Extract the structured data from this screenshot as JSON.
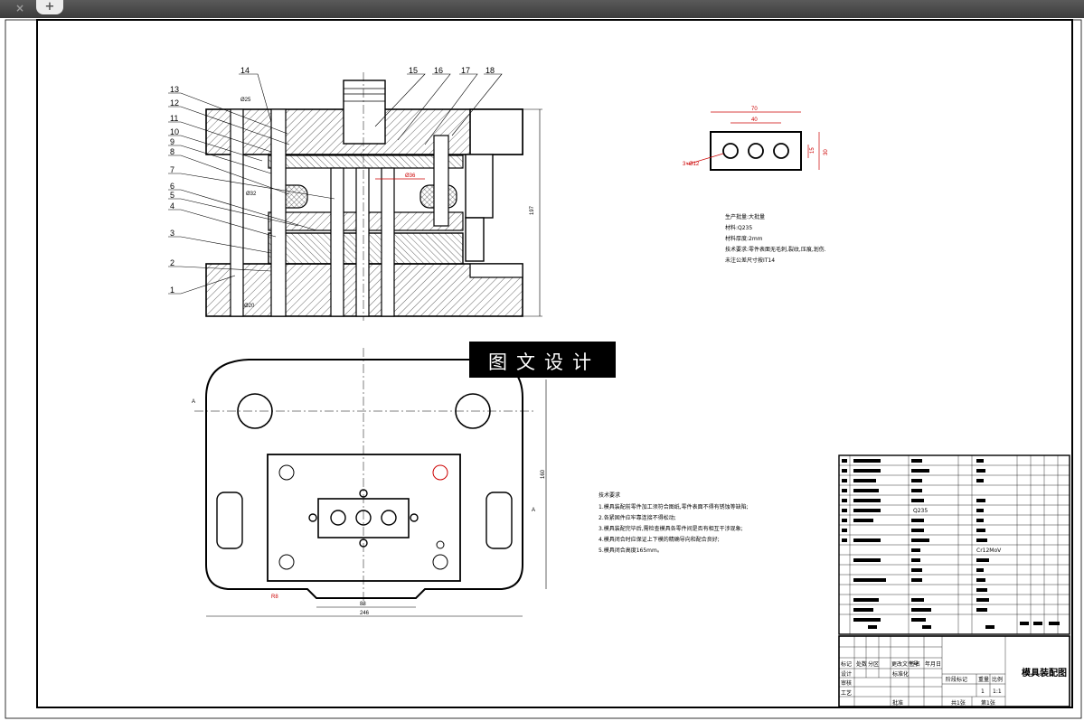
{
  "browser": {
    "close_glyph": "×",
    "new_tab_glyph": "+"
  },
  "drawing": {
    "part_numbers": [
      "1",
      "2",
      "3",
      "4",
      "5",
      "6",
      "7",
      "8",
      "9",
      "10",
      "11",
      "12",
      "13",
      "14",
      "15",
      "16",
      "17",
      "18"
    ],
    "section_dim_height": "197",
    "side_labels": [
      "Ø25",
      "Ø32",
      "Ø20"
    ],
    "plan_dims": {
      "width_overall": "246",
      "width_inner": "88",
      "height": "160",
      "radius": "R8"
    },
    "section_marker": "A",
    "strip_dims": {
      "length": "70",
      "pitch": "40",
      "height": "30",
      "offset": "15",
      "holes": "3×Ø12"
    },
    "red_dim": "Ø36"
  },
  "part_info": {
    "lines": [
      "生产批量:大批量",
      "材料:Q235",
      "材料厚度:2mm",
      "技术要求:零件表面无毛刺,裂纹,压痕,划伤.",
      "未注公差尺寸按IT14"
    ]
  },
  "tech_requirements": {
    "lines": [
      "技术要求",
      "1.模具装配前零件加工须符合图纸,零件表面不得有锈蚀等缺陷;",
      "2.各紧固件应牢靠连接不得松动;",
      "3.模具装配完毕后,需检查模具各零件间是否有相互干涉现象;",
      "4.模具闭合时应保证上下模的精确导向和配合良好;",
      "5.模具闭合高度165mm。"
    ]
  },
  "watermark": "图文设计",
  "title_block": {
    "title": "模具装配图",
    "scale": "1:1",
    "quantity": "1",
    "sheet_total": "共1张",
    "sheet_no": "第1张",
    "headers": [
      "标记",
      "处数",
      "分区",
      "更改文件号",
      "签名",
      "年月日"
    ],
    "sign_rows": [
      "设计",
      "审核",
      "工艺"
    ],
    "stage_headers": [
      "阶段标记",
      "重量",
      "比例"
    ],
    "std_label": "标准化",
    "approve_label": "批准",
    "bom_notes": [
      "Q235",
      "Cr12MoV"
    ]
  }
}
